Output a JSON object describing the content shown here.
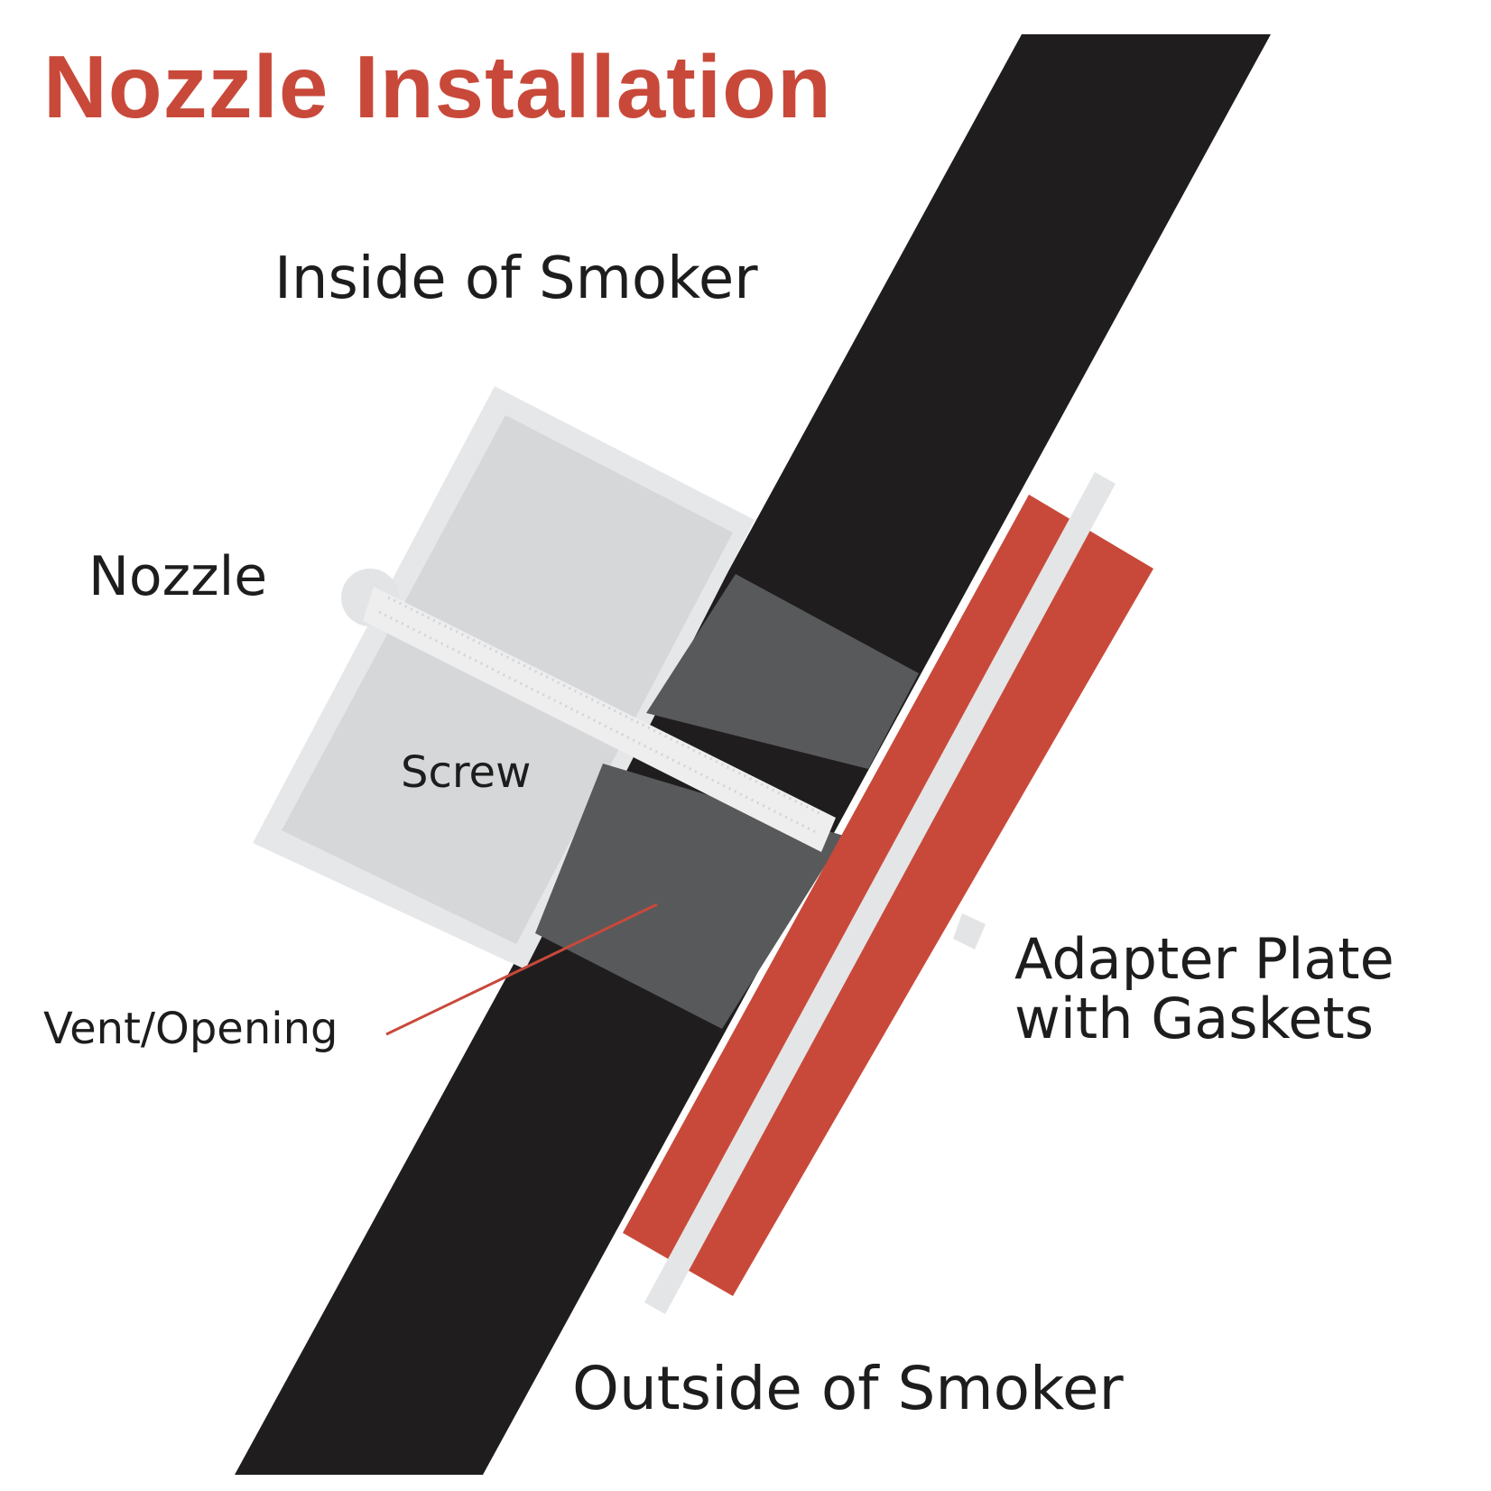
{
  "title": "Nozzle Installation",
  "labels": {
    "inside": "Inside of Smoker",
    "nozzle": "Nozzle",
    "screw": "Screw",
    "vent": "Vent/Opening",
    "adapter_line1": "Adapter Plate",
    "adapter_line2": "with Gaskets",
    "outside": "Outside of Smoker"
  },
  "colors": {
    "title": "#c8493a",
    "wall": "#1f1d1e",
    "nozzle": "#d6d7d9",
    "nozzle_edge": "#e6e7e9",
    "vent": "#58595b",
    "plate": "#c8493a",
    "gasket": "#e4e5e6",
    "leader": "#c8493a"
  }
}
